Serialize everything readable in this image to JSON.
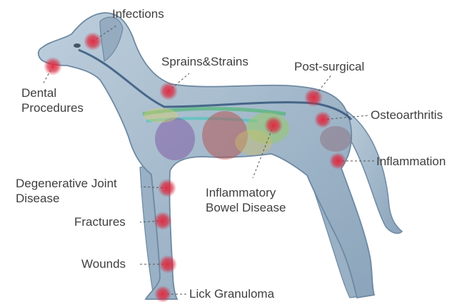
{
  "labels": {
    "infections": "Infections",
    "sprains": "Sprains&Strains",
    "post_surgical": "Post-surgical",
    "dental_1": "Dental",
    "dental_2": "Procedures",
    "osteoarthritis": "Osteoarthritis",
    "inflammation": "Inflammation",
    "degenerative_1": "Degenerative Joint",
    "degenerative_2": "Disease",
    "ibd_1": "Inflammatory",
    "ibd_2": "Bowel Disease",
    "fractures": "Fractures",
    "wounds": "Wounds",
    "lick_granuloma": "Lick Granuloma"
  },
  "colors": {
    "body_fill": "#9fb8cc",
    "body_stroke": "#5f7d99",
    "hotspot": "#d8283f",
    "label_text": "#3f3f3f",
    "leader": "#555555"
  }
}
